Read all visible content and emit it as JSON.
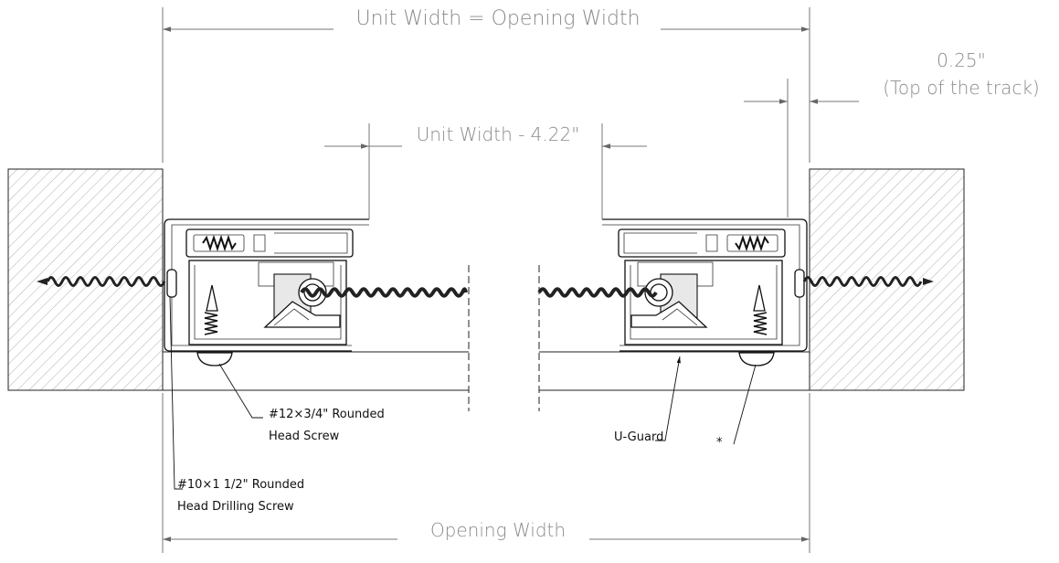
{
  "dimensions": {
    "unit_width_label": "Unit Width = Opening Width",
    "offset_value": "0.25\"",
    "offset_note": "(Top of the track)",
    "track_width_label": "Unit Width - 4.22\"",
    "opening_width_label": "Opening Width"
  },
  "callouts": {
    "rounded_head_screw_line1": "#12×3/4\" Rounded",
    "rounded_head_screw_line2": "Head Screw",
    "drilling_screw_line1": "#10×1 1/2\" Rounded",
    "drilling_screw_line2": "Head Drilling Screw",
    "u_guard": "U-Guard",
    "asterisk": "*"
  },
  "colors": {
    "dimension_text": "#8a8a8a",
    "linework": "#111111",
    "hatch": "#9a9a9a"
  }
}
